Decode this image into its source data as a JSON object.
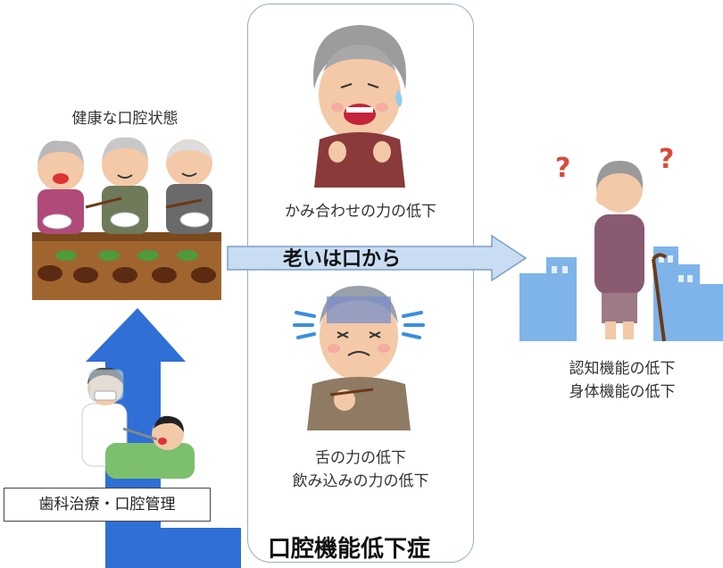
{
  "left": {
    "title": "健康な口腔状態",
    "box_label": "歯科治療・口腔管理"
  },
  "center": {
    "top_caption": "かみ合わせの力の低下",
    "arrow_label": "老いは口から",
    "bottom_caption_line1": "舌の力の低下",
    "bottom_caption_line2": "飲み込みの力の低下"
  },
  "right": {
    "caption_line1": "認知機能の低下",
    "caption_line2": "身体機能の低下"
  },
  "bottom_title": "口腔機能低下症",
  "colors": {
    "up_arrow": "#2f6fd6",
    "horizontal_arrow_fill": "#c9ddf2",
    "horizontal_arrow_stroke": "#7a9fca",
    "panel_border": "#9aaec0",
    "city": "#7fb4ea"
  }
}
